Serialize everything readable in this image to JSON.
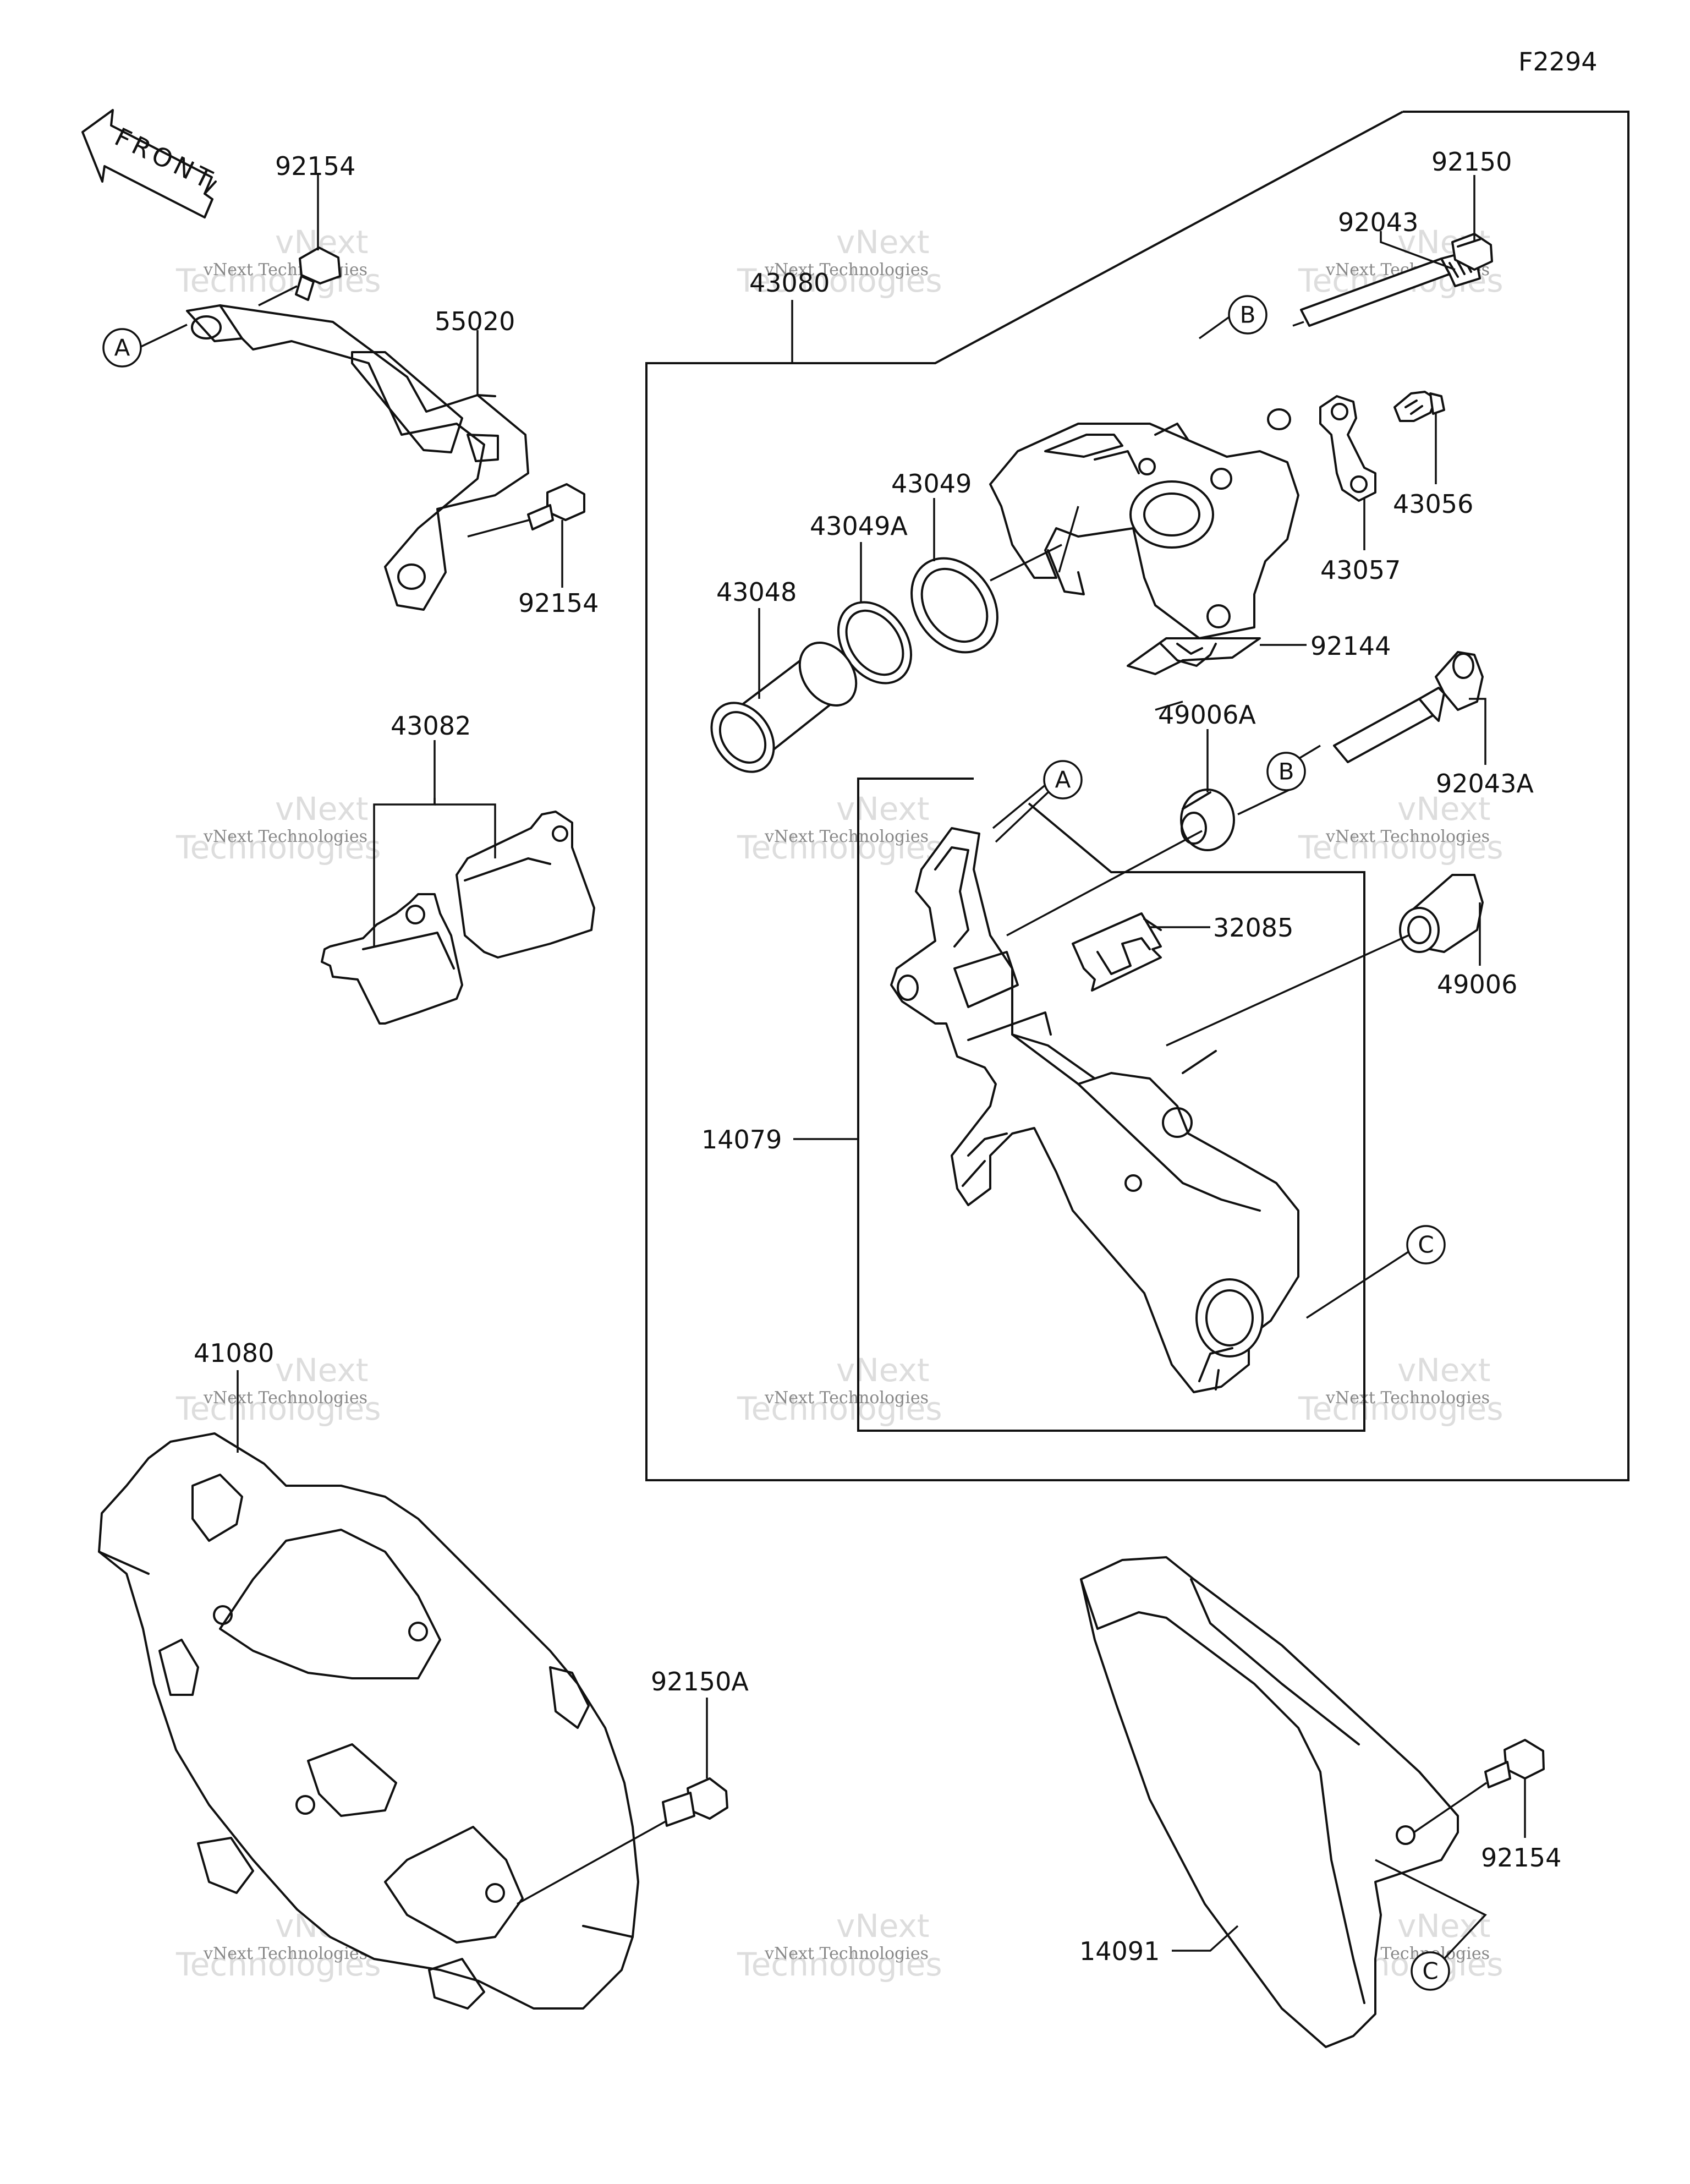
{
  "diagram_code": "F2294",
  "front_arrow_label": "FRONT",
  "watermark": {
    "line1": "vNext",
    "line2": "vNext Technologies",
    "line3": "Technologies"
  },
  "callouts": {
    "a": "A",
    "b": "B",
    "c": "C"
  },
  "parts": {
    "p92154_top": "92154",
    "p55020": "55020",
    "p92154_mid": "92154",
    "p43082": "43082",
    "p41080": "41080",
    "p92150A": "92150A",
    "p43080": "43080",
    "p92150": "92150",
    "p92043": "92043",
    "p43049": "43049",
    "p43049A": "43049A",
    "p43048": "43048",
    "p43056": "43056",
    "p43057": "43057",
    "p92144": "92144",
    "p49006A": "49006A",
    "p92043A": "92043A",
    "p32085": "32085",
    "p49006": "49006",
    "p14079": "14079",
    "p14091": "14091",
    "p92154_bot": "92154"
  },
  "colors": {
    "line": "#111111",
    "background": "#ffffff",
    "watermark": "#888888"
  }
}
